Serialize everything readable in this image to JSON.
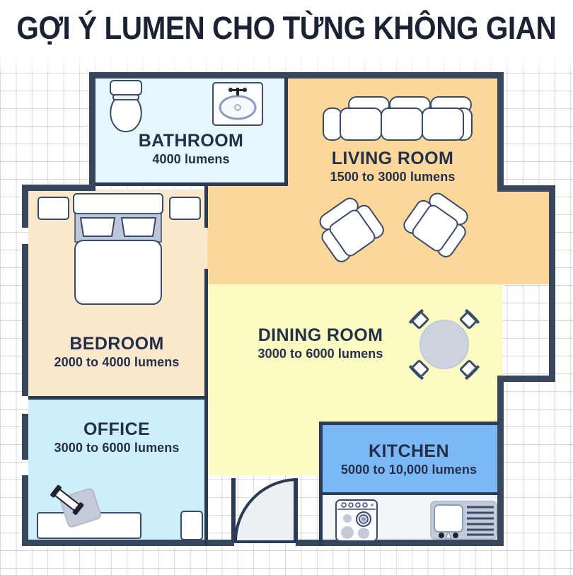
{
  "page": {
    "title": "GỢI Ý LUMEN CHO TỪNG KHÔNG GIAN",
    "background_color": "#ffffff",
    "wall_color": "#37465c",
    "text_color": "#24304a"
  },
  "rooms": [
    {
      "id": "bathroom",
      "name": "BATHROOM",
      "lumens": "4000 lumens",
      "fill_color": "#e8f6fd",
      "fixtures": [
        "toilet-icon",
        "sink-icon"
      ]
    },
    {
      "id": "living-room",
      "name": "LIVING ROOM",
      "lumens": "1500 to 3000 lumens",
      "fill_color": "#fcd79a",
      "fixtures": [
        "sofa-icon",
        "armchair-left-icon",
        "armchair-right-icon"
      ]
    },
    {
      "id": "bedroom",
      "name": "BEDROOM",
      "lumens": "2000 to 4000 lumens",
      "fill_color": "#fce9cd",
      "fixtures": [
        "bed-icon",
        "nightstand-left-icon",
        "nightstand-right-icon"
      ]
    },
    {
      "id": "dining-room",
      "name": "DINING ROOM",
      "lumens": "3000 to 6000 lumens",
      "fill_color": "#fcfcc2",
      "fixtures": [
        "dining-table-icon",
        "dining-chairs-icon"
      ]
    },
    {
      "id": "office",
      "name": "OFFICE",
      "lumens": "3000 to 6000 lumens",
      "fill_color": "#cdeefb",
      "fixtures": [
        "desk-icon",
        "office-chair-icon",
        "lamp-icon",
        "cabinet-icon"
      ]
    },
    {
      "id": "kitchen",
      "name": "KITCHEN",
      "lumens": "5000 to 10,000 lumens",
      "fill_color": "#7bb8f5",
      "fixtures": [
        "stove-icon",
        "kitchen-sink-icon"
      ]
    }
  ],
  "plan": {
    "entry_door": "front-door-swing-icon"
  }
}
